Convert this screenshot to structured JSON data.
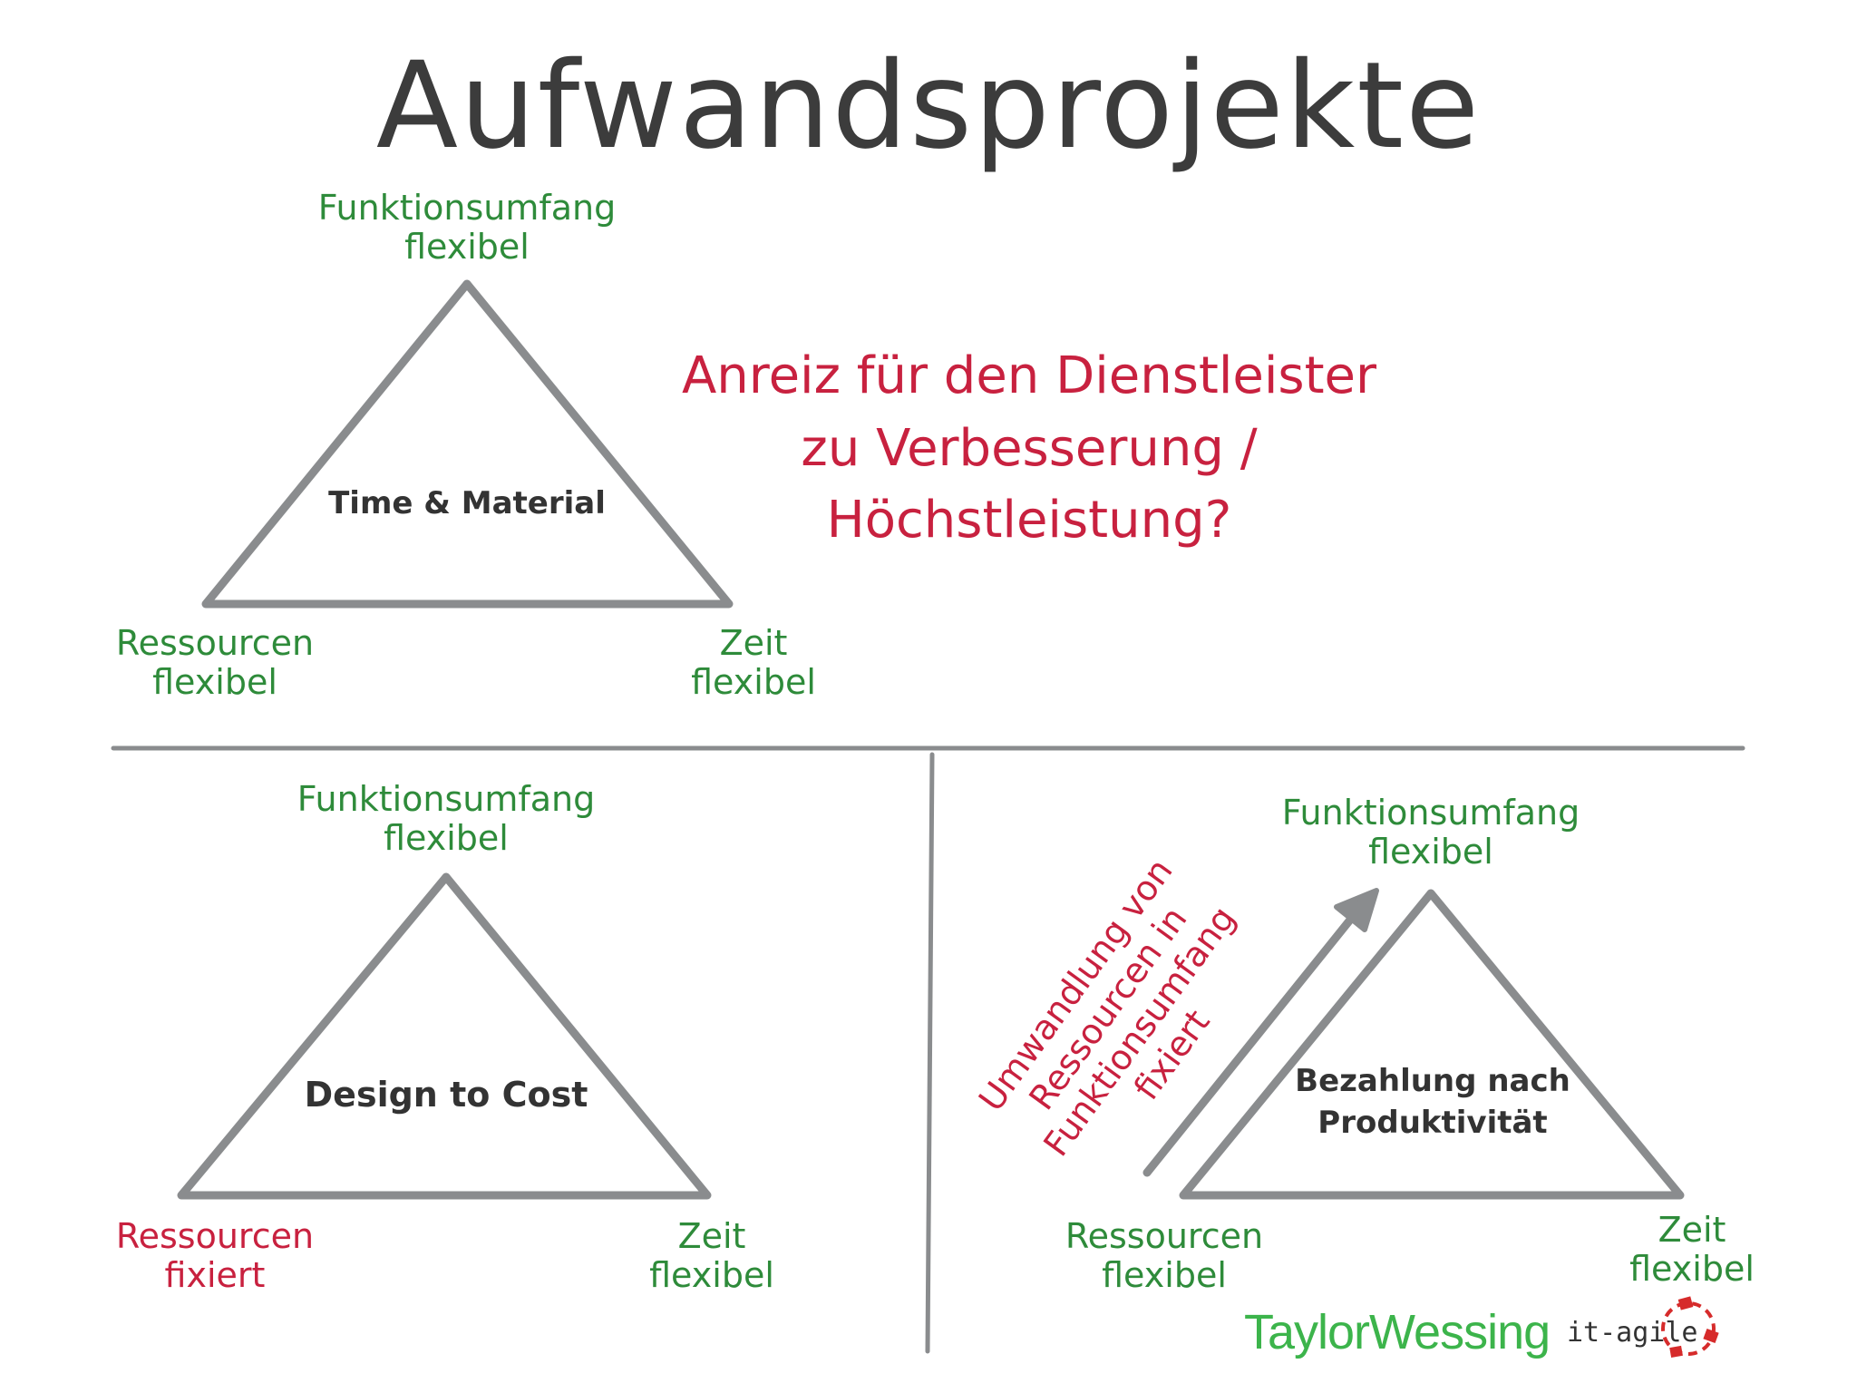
{
  "title": "Aufwandsprojekte",
  "question": {
    "line1": "Anreiz für den Dienstleister",
    "line2": "zu Verbesserung /",
    "line3": "Höchstleistung?"
  },
  "triangles": {
    "time_material": {
      "name": "Time & Material",
      "top": {
        "line1": "Funktionsumfang",
        "line2": "flexibel"
      },
      "left": {
        "line1": "Ressourcen",
        "line2": "flexibel"
      },
      "right": {
        "line1": "Zeit",
        "line2": "flexibel"
      }
    },
    "design_to_cost": {
      "name": "Design to Cost",
      "top": {
        "line1": "Funktionsumfang",
        "line2": "flexibel"
      },
      "left": {
        "line1": "Ressourcen",
        "line2": "fixiert"
      },
      "right": {
        "line1": "Zeit",
        "line2": "flexibel"
      }
    },
    "productivity": {
      "name_line1": "Bezahlung nach",
      "name_line2": "Produktivität",
      "top": {
        "line1": "Funktionsumfang",
        "line2": "flexibel"
      },
      "left": {
        "line1": "Ressourcen",
        "line2": "flexibel"
      },
      "right": {
        "line1": "Zeit",
        "line2": "flexibel"
      }
    }
  },
  "arrow_label": {
    "line1": "Umwandlung von",
    "line2": "Ressourcen in",
    "line3": "Funktionsumfang",
    "line4": "fixiert"
  },
  "logos": {
    "taylor_wessing": "TaylorWessing",
    "it_agile": "it-agile"
  },
  "colors": {
    "flexible": "#2e8b3a",
    "fixed": "#c8213f",
    "lines": "#8a8c8e",
    "text": "#333333"
  }
}
